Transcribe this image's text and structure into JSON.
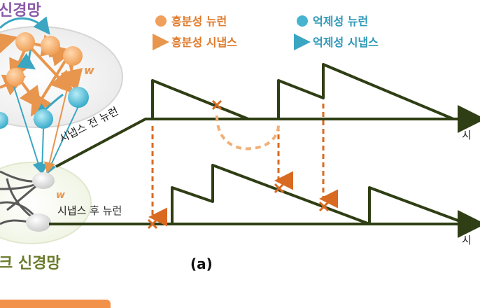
{
  "networks": {
    "top_title": "신경망",
    "bottom_title": "크 신경망",
    "weight_symbol": "w"
  },
  "legend": {
    "excitatory_neuron": "흥분성 뉴런",
    "inhibitory_neuron": "억제성 뉴런",
    "excitatory_synapse": "흥분성 시냅스",
    "inhibitory_synapse": "억제성 시냅스"
  },
  "traces": {
    "presynaptic_label": "시냅스 전 뉴런",
    "postsynaptic_label": "시냅스 후 뉴런",
    "axis_label_cut": "시"
  },
  "panel_label": "(a)",
  "bottom_banner": "...",
  "colors": {
    "excitatory": "#f0a05a",
    "excitatory_dark": "#e07b2c",
    "inhibitory": "#46b4cf",
    "trace": "#2f3e14",
    "marker": "#d86a22",
    "text": "#1e1e1e",
    "olive": "#6b7a2a",
    "purple": "#8a5aa8"
  }
}
